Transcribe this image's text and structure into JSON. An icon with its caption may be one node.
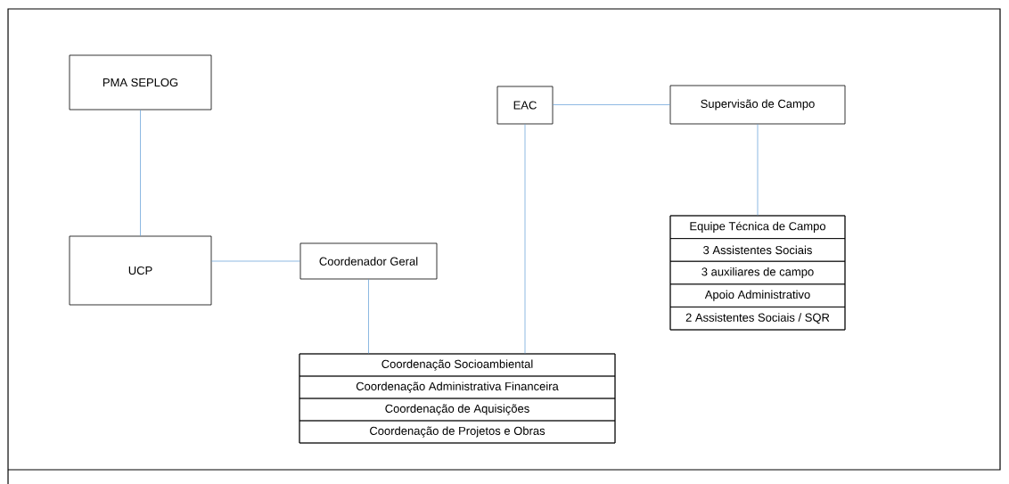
{
  "diagram": {
    "nodes": [
      {
        "text": [
          "PMA SEPLOG"
        ]
      },
      {
        "text": [
          "UCP"
        ]
      },
      {
        "text": [
          "Coordenador Geral"
        ]
      },
      {
        "text": [
          "EAC"
        ]
      },
      {
        "text": [
          "Supervisão de Campo"
        ]
      },
      {
        "text": [
          "Coordenação Socioambiental",
          "Coordenação Administrativa Financeira",
          "Coordenação de Aquisições",
          "Coordenação de Projetos e Obras"
        ]
      },
      {
        "text": [
          "Equipe Técnica de Campo",
          "3 Assistentes Sociais",
          "3 auxiliares de campo",
          "Apoio Administrativo",
          "2 Assistentes Sociais / SQR"
        ]
      }
    ],
    "edges": [
      {
        "from": 0,
        "to": 1,
        "arrow": "none"
      },
      {
        "from": 1,
        "to": 2,
        "arrow": "none"
      },
      {
        "from": 2,
        "to": 5,
        "arrow": "none"
      },
      {
        "from": 3,
        "to": 5,
        "arrow": "none"
      },
      {
        "from": 3,
        "to": 4,
        "arrow": "none"
      },
      {
        "from": 4,
        "to": 6,
        "arrow": "none"
      }
    ]
  }
}
